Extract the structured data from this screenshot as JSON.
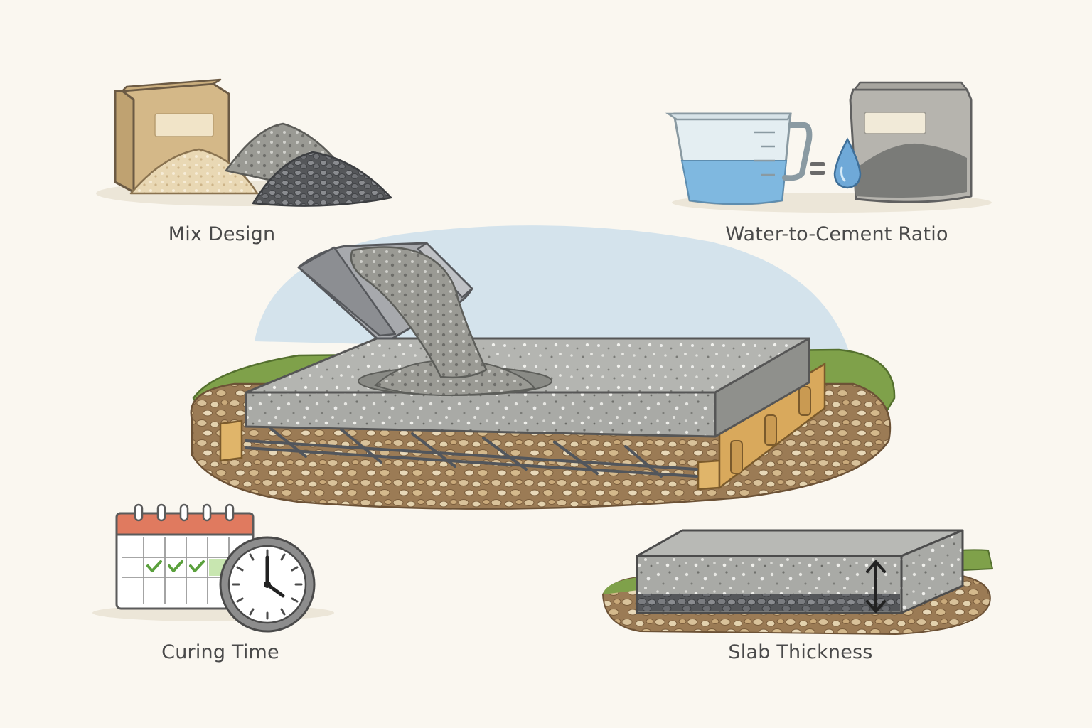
{
  "labels": {
    "mix_design": "Mix Design",
    "water_ratio": "Water-to-Cement Ratio",
    "curing_time": "Curing Time",
    "slab_thickness": "Slab Thickness"
  },
  "colors": {
    "background": "#faf7f0",
    "concrete": "#a9aaa6",
    "soil": "#9b7b55",
    "grass": "#7fa14a",
    "water": "#7fb8e0",
    "wood": "#e0b56a",
    "calendar_header": "#e07a5f",
    "check": "#5aa03c"
  }
}
